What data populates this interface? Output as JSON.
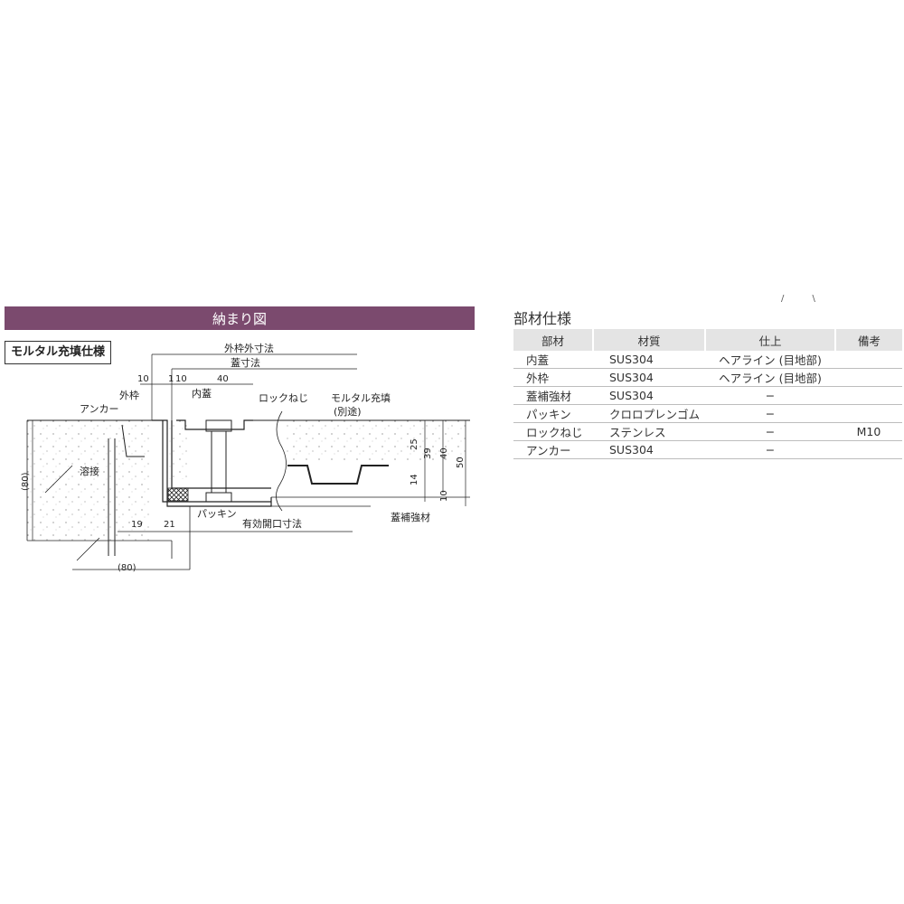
{
  "section_title": "納まり図",
  "spec_label": "モルタル充填仕様",
  "diagram": {
    "labels": {
      "outer_dim": "外枠外寸法",
      "cover_dim": "蓋寸法",
      "outer_frame": "外枠",
      "inner_cover": "内蓋",
      "lock_screw": "ロックねじ",
      "mortar": "モルタル充填",
      "mortar_note": "(別途)",
      "anchor": "アンカー",
      "weld": "溶接",
      "packing": "パッキン",
      "opening_dim": "有効開口寸法",
      "reinforcement": "蓋補強材"
    },
    "dims": {
      "d10a": "10",
      "d1": "1",
      "d10b": "10",
      "d40": "40",
      "d25": "25",
      "d39": "39",
      "d40v": "40",
      "d50": "50",
      "d14": "14",
      "d10v": "10",
      "d19": "19",
      "d21": "21",
      "d80v": "(80)",
      "d80h": "(80)"
    }
  },
  "materials": {
    "title": "部材仕様",
    "marks": "/ \\",
    "headers": [
      "部材",
      "材質",
      "仕上",
      "備考"
    ],
    "rows": [
      {
        "part": "内蓋",
        "material": "SUS304",
        "finish": "ヘアライン (目地部)",
        "note": ""
      },
      {
        "part": "外枠",
        "material": "SUS304",
        "finish": "ヘアライン (目地部)",
        "note": ""
      },
      {
        "part": "蓋補強材",
        "material": "SUS304",
        "finish": "−",
        "note": ""
      },
      {
        "part": "パッキン",
        "material": "クロロプレンゴム",
        "finish": "−",
        "note": ""
      },
      {
        "part": "ロックねじ",
        "material": "ステンレス",
        "finish": "−",
        "note": "M10"
      },
      {
        "part": "アンカー",
        "material": "SUS304",
        "finish": "−",
        "note": ""
      }
    ]
  },
  "colors": {
    "title_bar": "#7b4a6e",
    "table_header": "#e4e4e4"
  }
}
